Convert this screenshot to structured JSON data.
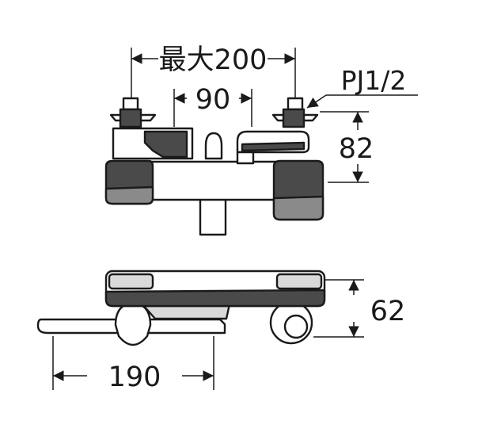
{
  "dimensions": {
    "max_width": "最大200",
    "inlet_spacing": "90",
    "pipe_thread": "PJ1/2",
    "height_inlet": "82",
    "depth": "62",
    "spout_length": "190"
  }
}
